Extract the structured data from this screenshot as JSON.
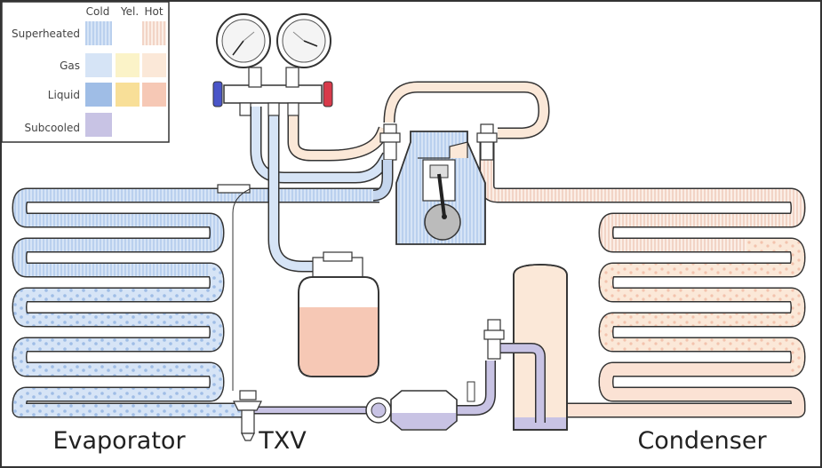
{
  "legend": {
    "columns": [
      "Cold",
      "Yel.",
      "Hot"
    ],
    "rows": [
      "Superheated",
      "Gas",
      "Liquid",
      "Subcooled"
    ]
  },
  "labels": {
    "evaporator": "Evaporator",
    "txv": "TXV",
    "condenser": "Condenser"
  },
  "colors": {
    "cold_superheated": "#c5d6ee",
    "cold_gas": "#d6e4f6",
    "cold_liquid": "#9fbde6",
    "yellow_gas": "#fbf3c8",
    "yellow_liquid": "#f8df98",
    "hot_superheated": "#f4d7cb",
    "hot_gas": "#fbe8d8",
    "hot_liquid": "#f6c8b5",
    "subcooled": "#c8c3e4",
    "outline": "#333333"
  }
}
